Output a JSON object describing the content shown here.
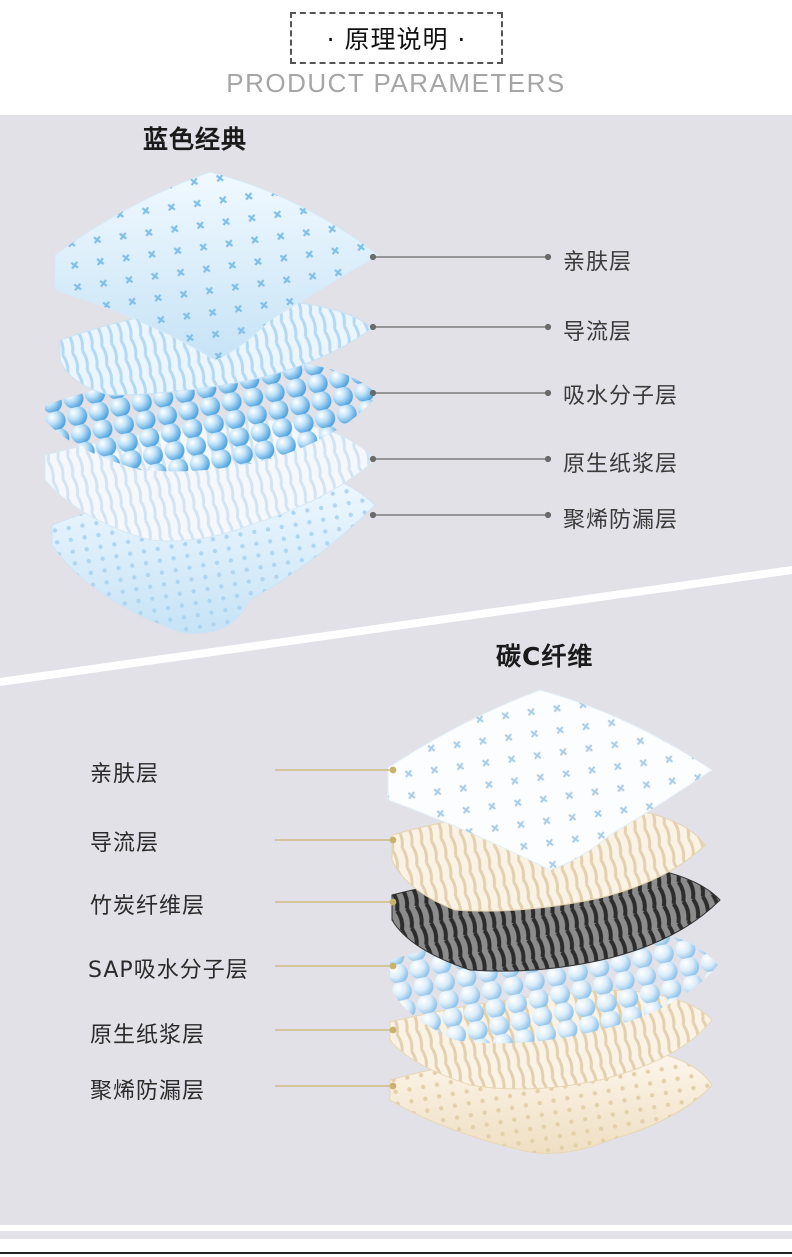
{
  "header": {
    "title": "· 原理说明 ·",
    "subtitle": "PRODUCT PARAMETERS"
  },
  "section_blue": {
    "title": "蓝色经典",
    "layers": [
      "亲肤层",
      "导流层",
      "吸水分子层",
      "原生纸浆层",
      "聚烯防漏层"
    ],
    "line_color": "#6a6a6a"
  },
  "section_carbon": {
    "title": "碳C纤维",
    "layers": [
      "亲肤层",
      "导流层",
      "竹炭纤维层",
      "SAP吸水分子层",
      "原生纸浆层",
      "聚烯防漏层"
    ],
    "line_color": "#c9b26e"
  },
  "colors": {
    "panel_bg": "#e2e1e7",
    "blue_layer": "#cfe6f6",
    "bead_blue": "#9fd0f2",
    "carbon_black": "#3a3a3a",
    "cream": "#f3e6cf"
  }
}
